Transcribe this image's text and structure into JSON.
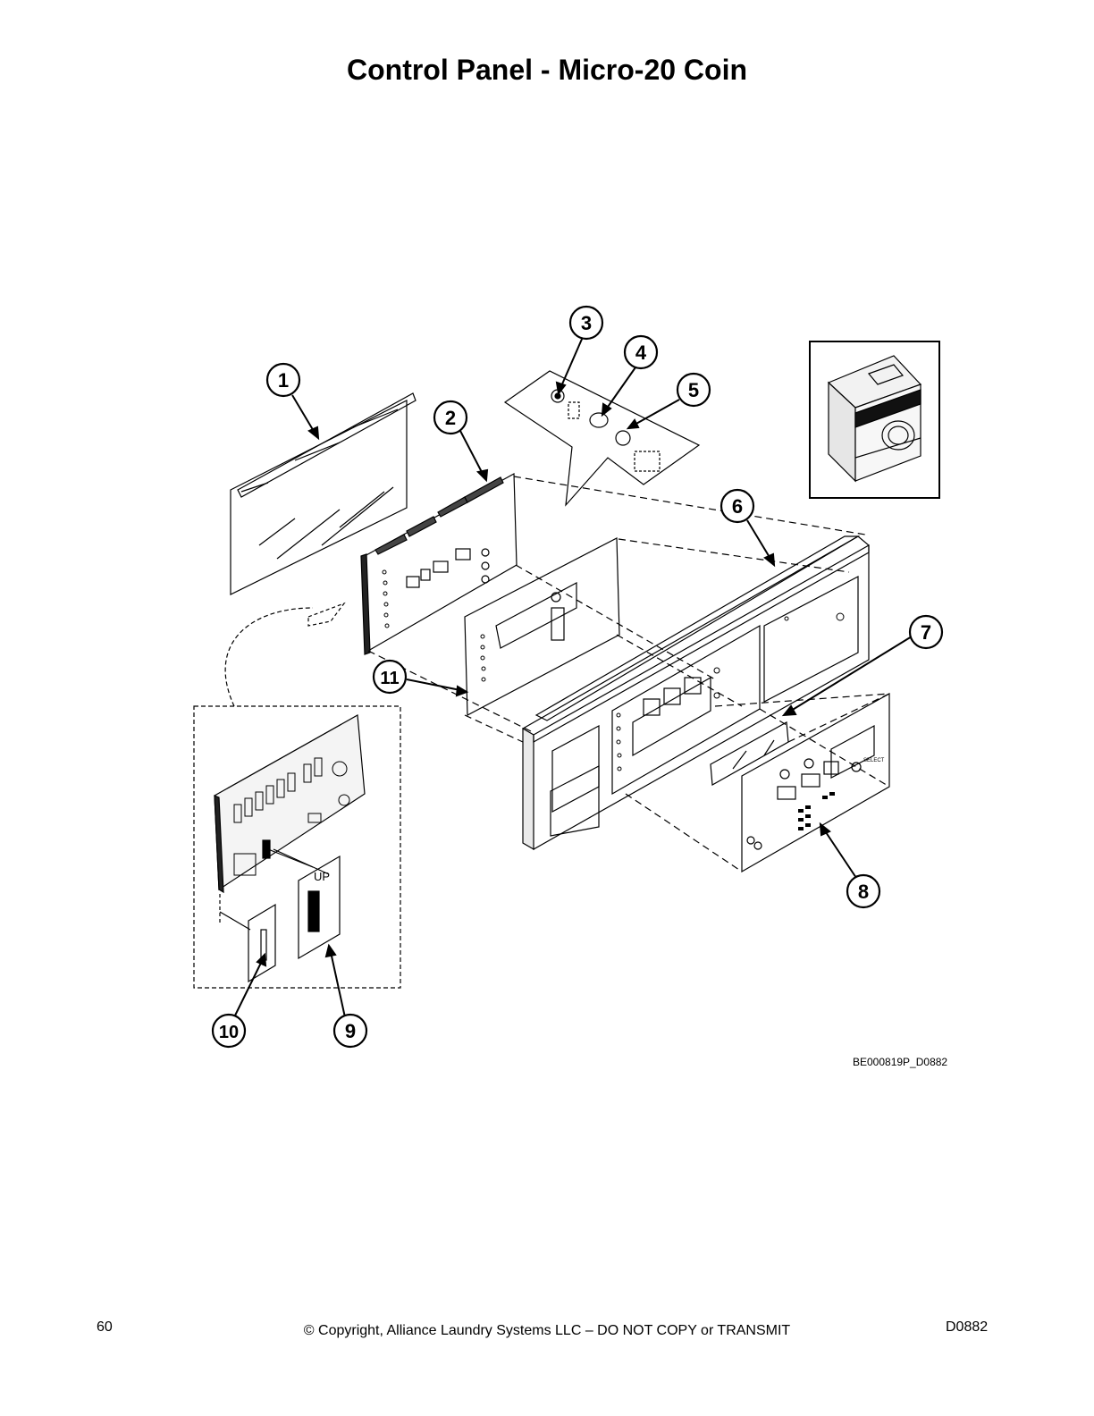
{
  "page": {
    "title": "Control Panel - Micro-20 Coin",
    "figure_id": "BE000819P_D0882",
    "footer": {
      "page_number": "60",
      "copyright": "© Copyright, Alliance Laundry Systems LLC – DO NOT COPY or TRANSMIT",
      "doc_code": "D0882"
    }
  },
  "callouts": [
    "1",
    "2",
    "3",
    "4",
    "5",
    "6",
    "7",
    "8",
    "9",
    "10",
    "11"
  ],
  "labels": {
    "up": "UP",
    "select": "SELECT"
  }
}
